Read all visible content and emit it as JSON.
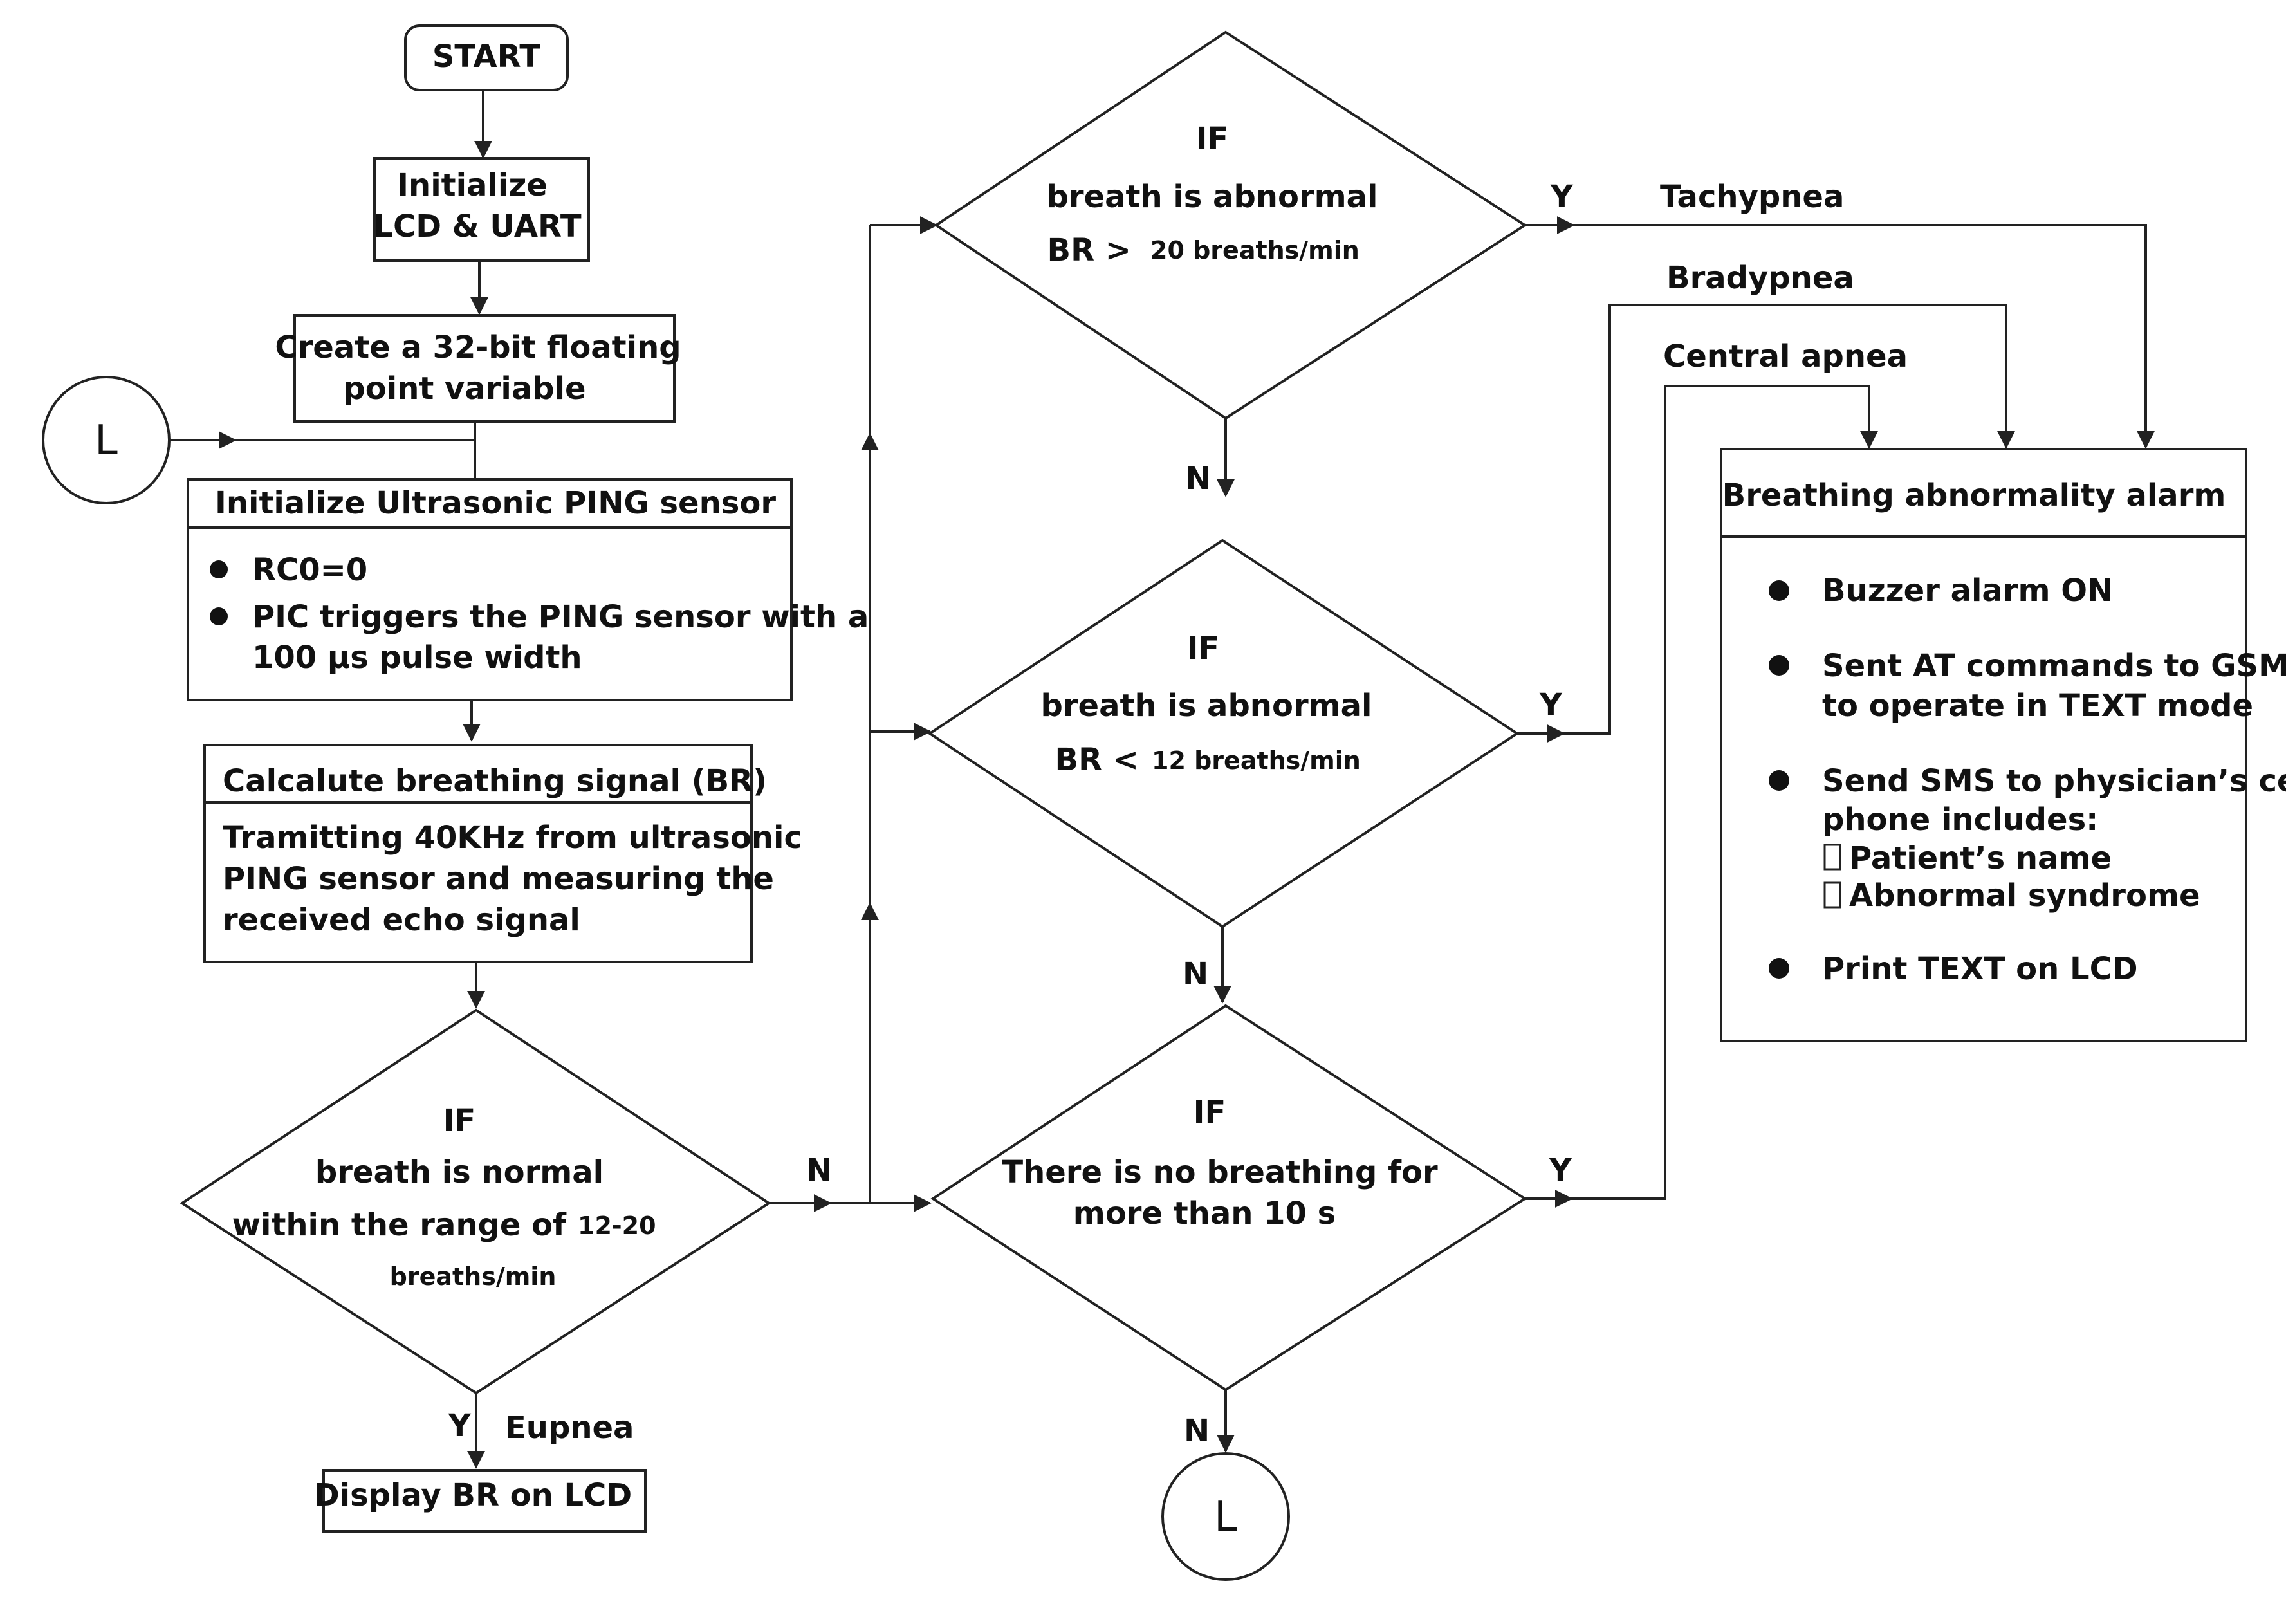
{
  "nodes": {
    "start": "START",
    "init_lcd": [
      "Initialize",
      "LCD & UART"
    ],
    "create_var": [
      "Create a 32-bit floating",
      "point variable"
    ],
    "connector_left": "L",
    "connector_bottom": "L",
    "ping": {
      "title": "Initialize Ultrasonic PING sensor",
      "bullet1": "RC0=0",
      "bullet2_line1": "PIC triggers the PING sensor with a",
      "bullet2_line2": "100 µs pulse width"
    },
    "calc": {
      "title": "Calcalute breathing signal (BR)",
      "body": [
        "Tramitting 40KHz from ultrasonic",
        "PING sensor and measuring the",
        "received echo signal"
      ]
    },
    "decision_normal": {
      "if": "IF",
      "line1": "breath is normal",
      "line2_a": "within the range of",
      "line2_b": "12-20",
      "line3": "breaths/min"
    },
    "display": "Display BR on LCD",
    "decision_tachy": {
      "if": "IF",
      "line1": "breath is abnormal",
      "line2_a": "BR >",
      "line2_b": "20 breaths/min"
    },
    "decision_brady": {
      "if": "IF",
      "line1": "breath is abnormal",
      "line2_a": "BR <",
      "line2_b": "12 breaths/min"
    },
    "decision_apnea": {
      "if": "IF",
      "line1": "There is no breathing for",
      "line2": "more than 10 s"
    },
    "alarm": {
      "title": "Breathing abnormality alarm",
      "item1": "Buzzer alarm ON",
      "item2_line1": "Sent AT commands to GSM",
      "item2_line2": "to operate in TEXT mode",
      "item3_line1": "Send SMS to physician’s cell",
      "item3_line2": "phone includes:",
      "item3_sub1": "Patient’s name",
      "item3_sub2": "Abnormal syndrome",
      "item4": "Print TEXT on LCD"
    }
  },
  "edge_labels": {
    "yes": "Y",
    "no": "N",
    "eupnea": "Eupnea",
    "tachypnea": "Tachypnea",
    "bradypnea": "Bradypnea",
    "central_apnea": "Central apnea"
  }
}
